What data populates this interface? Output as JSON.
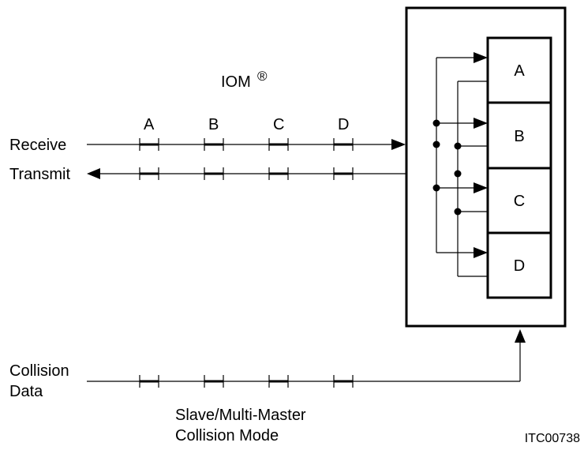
{
  "title": "IOM",
  "title_mark": "®",
  "lines": {
    "receive": "Receive",
    "transmit": "Transmit",
    "collision_line1": "Collision",
    "collision_line2": "Data"
  },
  "channels": [
    "A",
    "B",
    "C",
    "D"
  ],
  "blocks": [
    "A",
    "B",
    "C",
    "D"
  ],
  "caption": {
    "line1": "Slave/Multi-Master",
    "line2": "Collision Mode"
  },
  "figure_code": "ITC00738"
}
